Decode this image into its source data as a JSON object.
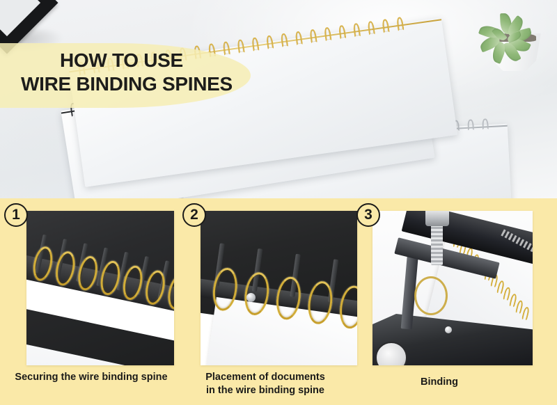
{
  "title": {
    "line1": "HOW TO USE",
    "line2": "WIRE BINDING SPINES"
  },
  "colors": {
    "background_yellow": "#FAE9A8",
    "banner_yellow": "#F6EEB5",
    "text_dark": "#1D1D1B",
    "wire_gold": "#D9B34A",
    "wire_black": "#2B2D30",
    "wire_silver": "#B9BDC2"
  },
  "hero": {
    "scene_items": [
      {
        "name": "picture-frame-corner",
        "color": "#17181A"
      },
      {
        "name": "succulent-plant",
        "pot_color": "#FFFFFF",
        "leaf_color": "#8FB878"
      },
      {
        "name": "notebook-gold-spine",
        "spine_color": "#D9B34A"
      },
      {
        "name": "notebook-black-spine",
        "spine_color": "#2B2D30"
      },
      {
        "name": "notebook-silver-spine",
        "spine_color": "#B9BDC2"
      }
    ]
  },
  "steps": [
    {
      "number": "1",
      "caption_lines": [
        "Securing the wire binding spine"
      ],
      "photo_name": "photo-securing-spine"
    },
    {
      "number": "2",
      "caption_lines": [
        "Placement of documents",
        "in the wire binding spine"
      ],
      "photo_name": "photo-placement-documents"
    },
    {
      "number": "3",
      "caption_lines": [
        "Binding"
      ],
      "photo_name": "photo-binding-machine"
    }
  ]
}
